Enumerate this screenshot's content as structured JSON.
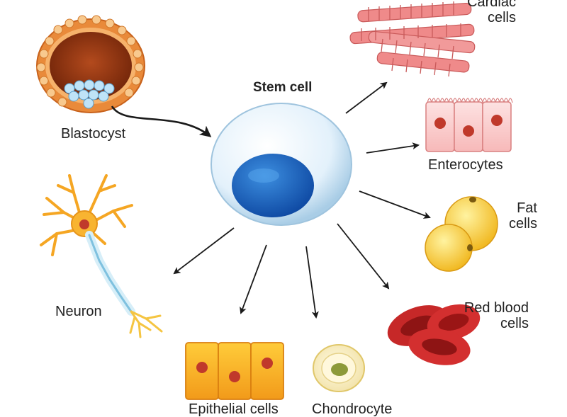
{
  "center": {
    "label": "Stem cell"
  },
  "source": {
    "label": "Blastocyst"
  },
  "targets": {
    "cardiac": [
      "Cardiac",
      "cells"
    ],
    "enterocytes": "Enterocytes",
    "fat": [
      "Fat",
      "cells"
    ],
    "rbc": [
      "Red blood",
      "cells"
    ],
    "neuron": "Neuron",
    "epithelial": "Epithelial cells",
    "chondrocyte": "Chondrocyte"
  },
  "colors": {
    "arrow": "#1a1a1a",
    "nucleus": "#1565c0",
    "cardiac": "#e57373",
    "fat": "#f4cc2e",
    "rbc": "#c62828",
    "blastocyst_outer": "#e07a2c",
    "neuron": "#f5a623"
  }
}
